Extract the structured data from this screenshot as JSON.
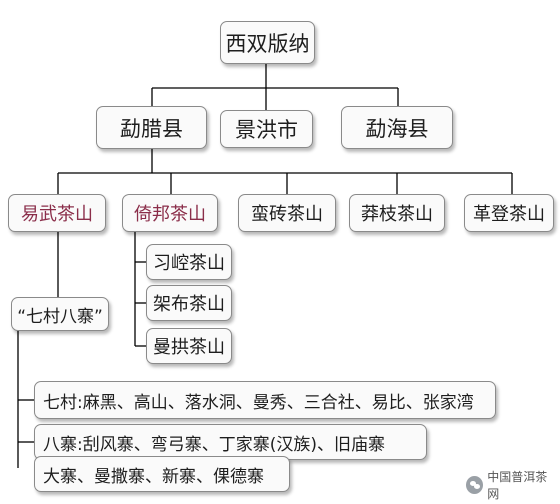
{
  "root": "西双版纳",
  "counties": [
    "勐腊县",
    "景洪市",
    "勐海县"
  ],
  "mountains": [
    "易武茶山",
    "倚邦茶山",
    "蛮砖茶山",
    "莽枝茶山",
    "革登茶山"
  ],
  "yibang_subs": [
    "习崆茶山",
    "架布茶山",
    "曼拱茶山"
  ],
  "qicun_label": "“七村八寨”",
  "qicun_line": "七村:麻黑、高山、落水洞、曼秀、三合社、易比、张家湾",
  "bazhai_line1": "八寨:刮风寨、弯弓寨、丁家寨(汉族)、旧庙寨",
  "bazhai_line2": "大寨、曼撒寨、新寨、倮德寨",
  "watermark": "中国普洱茶网",
  "colors": {
    "accent_text": "#8b2e4a",
    "line": "#000000",
    "box_border": "#8a8a8a"
  }
}
